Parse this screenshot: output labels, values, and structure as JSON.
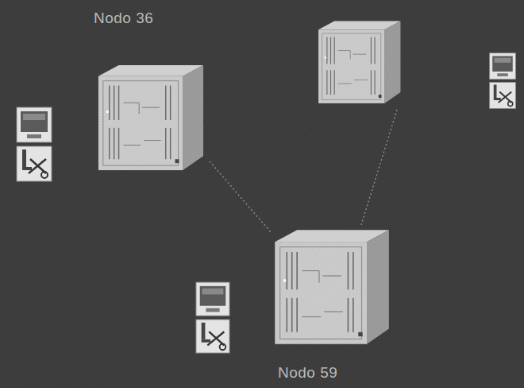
{
  "diagram": {
    "nodes": [
      {
        "text": [
          "Nodo 36"
        ]
      },
      {
        "text": [
          "Nodo 59"
        ]
      }
    ],
    "edges": [
      {
        "from": 0,
        "to": 1,
        "arrow": "none"
      }
    ]
  }
}
